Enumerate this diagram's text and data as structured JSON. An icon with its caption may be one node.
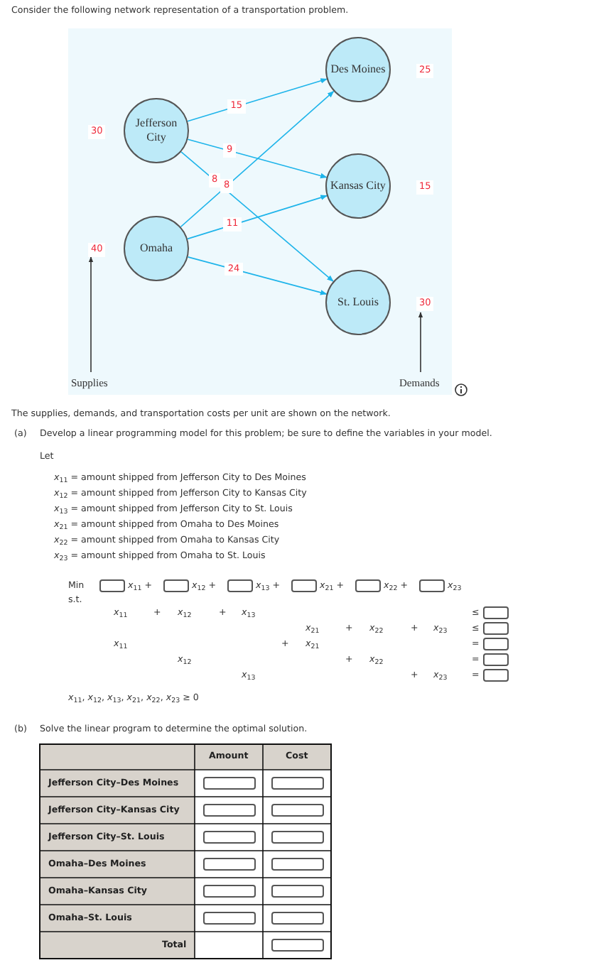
{
  "diagram": {
    "nodes": [
      {
        "text": [
          "Jefferson City"
        ],
        "beside": [
          "30"
        ]
      },
      {
        "text": [
          "Omaha"
        ],
        "beside": [
          "40"
        ]
      },
      {
        "text": [
          "Des Moines"
        ],
        "beside": [
          "25"
        ]
      },
      {
        "text": [
          "Kansas City"
        ],
        "beside": [
          "15"
        ]
      },
      {
        "text": [
          "St. Louis"
        ],
        "beside": [
          "30"
        ]
      }
    ],
    "edges": [
      {
        "from": 0,
        "to": 2,
        "arrow": "to",
        "label": "15"
      },
      {
        "from": 0,
        "to": 3,
        "arrow": "to",
        "label": "9"
      },
      {
        "from": 0,
        "to": 4,
        "arrow": "to",
        "label": "8"
      },
      {
        "from": 1,
        "to": 2,
        "arrow": "to",
        "label": "8"
      },
      {
        "from": 1,
        "to": 3,
        "arrow": "to",
        "label": "11"
      },
      {
        "from": 1,
        "to": 4,
        "arrow": "to",
        "label": "24"
      }
    ],
    "labels": [
      "Consider the following network representation of a transportation problem.",
      "Supplies",
      "Demands",
      "The supplies, demands, and transportation costs per unit are shown on the network.",
      "(a)",
      "Develop a linear programming model for this problem; be sure to define the variables in your model.",
      "Let",
      "*x*$_{11}$ = amount shipped from Jefferson City to Des Moines",
      "*x*$_{12}$ = amount shipped from Jefferson City to Kansas City",
      "*x*$_{13}$ = amount shipped from Jefferson City to St. Louis",
      "*x*$_{21}$ = amount shipped from Omaha to Des Moines",
      "*x*$_{22}$ = amount shipped from Omaha to Kansas City",
      "*x*$_{23}$ = amount shipped from Omaha to St. Louis",
      "Min",
      "*x*$_{11}$ +",
      "*x*$_{12}$ +",
      "*x*$_{13}$ +",
      "*x*$_{21}$ +",
      "*x*$_{22}$ +",
      "*x*$_{23}$",
      "s.t.",
      "*x*$_{11}$",
      "+",
      "*x*$_{12}$",
      "+",
      "*x*$_{13}$",
      "≤",
      "*x*$_{21}$",
      "+",
      "*x*$_{22}$",
      "+",
      "*x*$_{23}$",
      "≤",
      "*x*$_{11}$",
      "+",
      "*x*$_{21}$",
      "=",
      "*x*$_{12}$",
      "+",
      "*x*$_{22}$",
      "=",
      "*x*$_{13}$",
      "+",
      "*x*$_{23}$",
      "=",
      "*x*$_{11}$, *x*$_{12}$, *x*$_{13}$, *x*$_{21}$, *x*$_{22}$, *x*$_{23}$ ≥ 0",
      "(b)",
      "Solve the linear program to determine the optimal solution.",
      "Amount",
      "Cost",
      "Jefferson City–Des Moines",
      "Jefferson City–Kansas City",
      "Jefferson City–St. Louis",
      "Omaha–Des Moines",
      "Omaha–Kansas City",
      "Omaha–St. Louis",
      "Total"
    ]
  }
}
